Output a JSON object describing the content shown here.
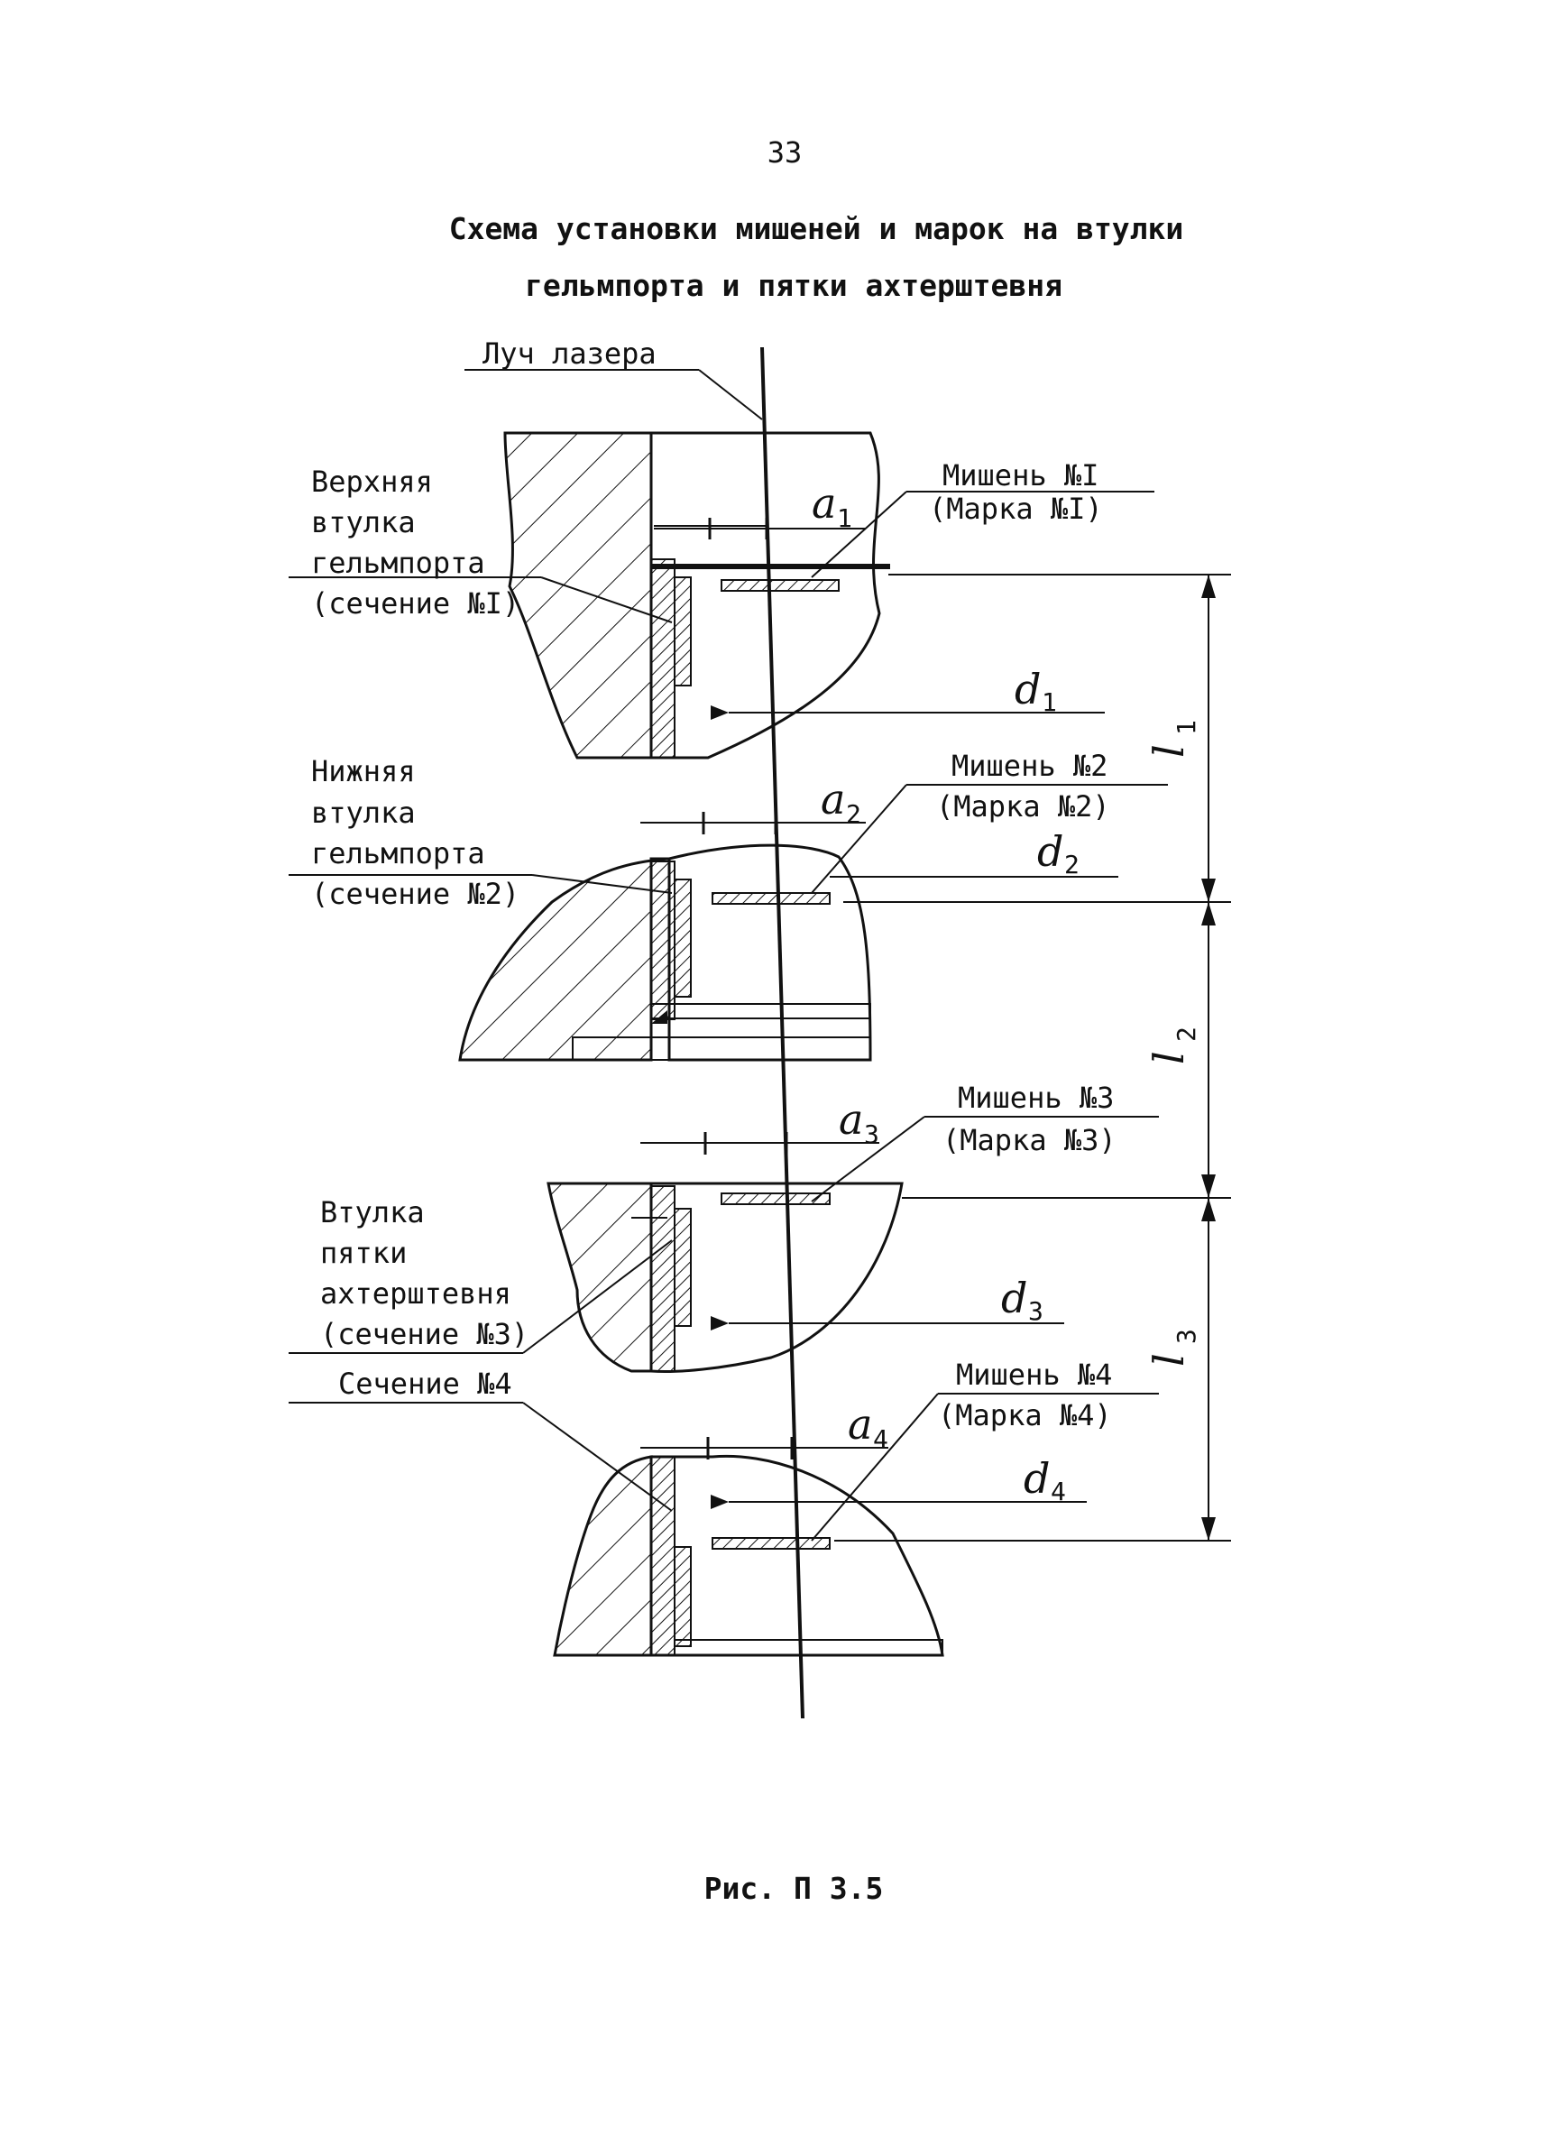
{
  "page_number": "33",
  "title_line1": "Схема установки мишеней и марок на втулки",
  "title_line2": "гельмпорта и пятки ахтерштевня",
  "laser_label": "Луч лазера",
  "left_labels": {
    "upper": [
      "Верхняя",
      "втулка",
      "гельмпорта",
      "(сечение №I)"
    ],
    "lower": [
      "Нижняя",
      "втулка",
      "гельмпорта",
      "(сечение №2)"
    ],
    "heel": [
      "Втулка",
      "пятки",
      "ахтерштевня",
      "(сечение №3)"
    ],
    "sec4": "Сечение №4"
  },
  "targets": [
    {
      "target": "Мишень №I",
      "mark": "(Марка №I)"
    },
    {
      "target": "Мишень №2",
      "mark": "(Марка №2)"
    },
    {
      "target": "Мишень №3",
      "mark": "(Марка №3)"
    },
    {
      "target": "Мишень №4",
      "mark": "(Марка №4)"
    }
  ],
  "dims": {
    "a1": "a",
    "a1s": "1",
    "a2": "a",
    "a2s": "2",
    "a3": "a",
    "a3s": "3",
    "a4": "a",
    "a4s": "4",
    "d1": "d",
    "d1s": "1",
    "d2": "d",
    "d2s": "2",
    "d3": "d",
    "d3s": "3",
    "d4": "d",
    "d4s": "4",
    "l1": "l",
    "l1s": "1",
    "l2": "l",
    "l2s": "2",
    "l3": "l",
    "l3s": "3"
  },
  "caption": "Рис. П 3.5"
}
